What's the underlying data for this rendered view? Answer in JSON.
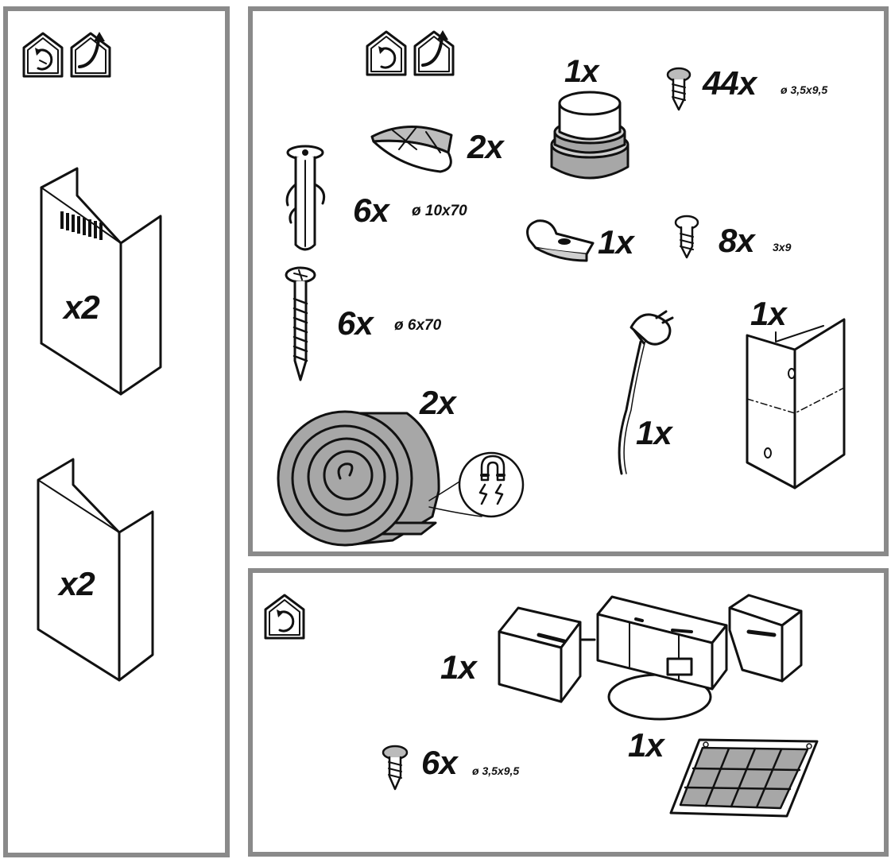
{
  "icons": {
    "recirculation": "recirculation-mode-icon",
    "extraction": "extraction-mode-icon"
  },
  "left_panel": {
    "upper_chimney_qty": "x2",
    "lower_chimney_qty": "x2"
  },
  "top_panel": {
    "reducer_qty": "1x",
    "screw_small": {
      "qty": "44x",
      "size": "ø 3,5x9,5"
    },
    "valve_qty": "2x",
    "wall_plug": {
      "qty": "6x",
      "size": "ø 10x70"
    },
    "clip_qty": "1x",
    "screw_3x9": {
      "qty": "8x",
      "size": "3x9"
    },
    "wood_screw": {
      "qty": "6x",
      "size": "ø 6x70"
    },
    "power_cable_qty": "1x",
    "bracket_qty": "1x",
    "filter_roll_qty": "2x"
  },
  "bottom_panel": {
    "recirc_box_qty": "1x",
    "screw": {
      "qty": "6x",
      "size": "ø 3,5x9,5"
    },
    "carbon_filter_qty": "1x"
  },
  "colors": {
    "frame": "#8a8a8a",
    "line": "#111111",
    "gray_fill": "#a7a7a7"
  }
}
